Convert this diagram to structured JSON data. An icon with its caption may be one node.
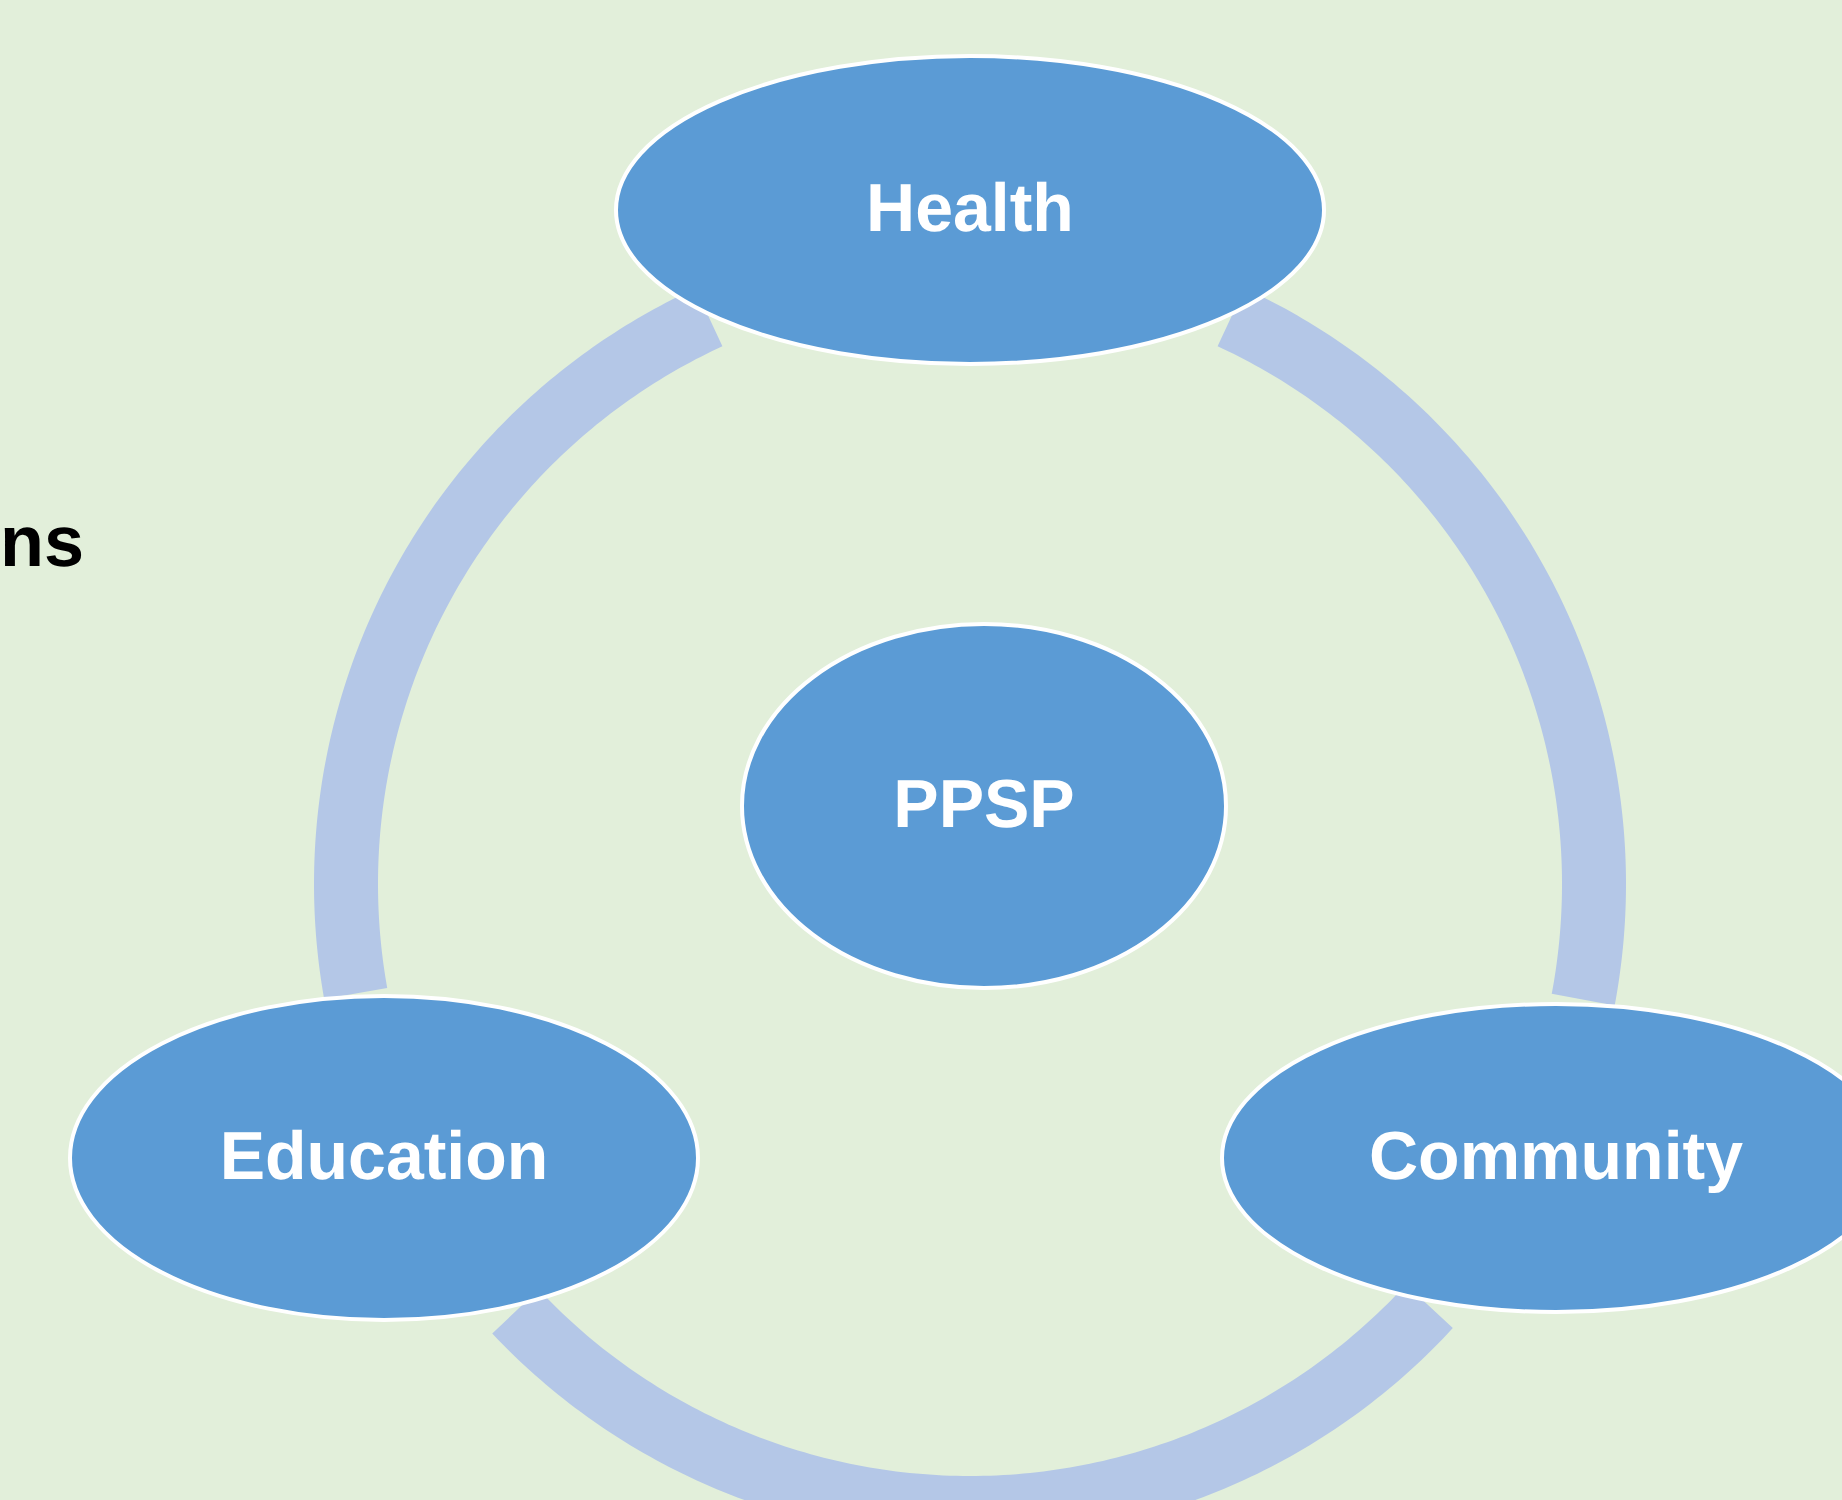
{
  "diagram": {
    "nodes": [
      {
        "text": [
          "Health"
        ]
      },
      {
        "text": [
          "PPSP"
        ]
      },
      {
        "text": [
          "Education"
        ]
      },
      {
        "text": [
          "Community"
        ]
      }
    ],
    "edges": [
      {
        "from": 0,
        "to": 3,
        "arrow": "none"
      },
      {
        "from": 3,
        "to": 2,
        "arrow": "none"
      },
      {
        "from": 2,
        "to": 0,
        "arrow": "none"
      }
    ],
    "labels": [
      "ns"
    ]
  }
}
